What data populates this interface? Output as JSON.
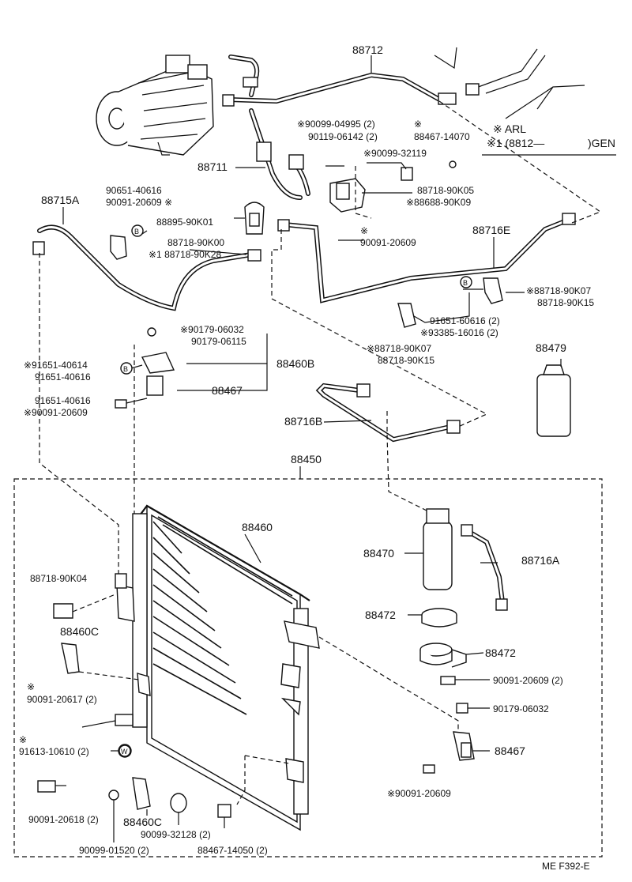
{
  "parts": {
    "p88712": "88712",
    "p88711": "88711",
    "p88715A": "88715A",
    "p88716E": "88716E",
    "p88716B": "88716B",
    "p88716A": "88716A",
    "p88460B": "88460B",
    "p88467_top": "88467",
    "p88467_bot": "88467",
    "p88479": "88479",
    "p88450": "88450",
    "p88460": "88460",
    "p88470": "88470",
    "p88472_a": "88472",
    "p88472_b": "88472",
    "p88460C_left": "88460C",
    "p88460C_bot": "88460C",
    "p88718_90K04": "88718-90K04",
    "p90099_04995": "※90099-04995 (2)",
    "p90119_06142": "90119-06142 (2)",
    "p88467_14070_star": "※",
    "p88467_14070": "88467-14070",
    "p90099_32119": "※90099-32119",
    "p88718_90K05": "88718-90K05",
    "p88688_90K09": "※88688-90K09",
    "p90651_40616": "90651-40616",
    "p90091_20609_top": "90091-20609 ※",
    "p88895_90K01": "88895-90K01",
    "p88718_90K00": "88718-90K00",
    "p88718_90K28": "※1 88718-90K28",
    "p90091_20609_mid_star": "※",
    "p90091_20609_mid": "90091-20609",
    "p88718_90K07_right": "※88718-90K07",
    "p88718_90K15_right": "88718-90K15",
    "p91651_60616": "91651-60616 (2)",
    "p93385_16016": "※93385-16016 (2)",
    "p90179_06032_top": "※90179-06032",
    "p90179_06115": "90179-06115",
    "p91651_40614": "※91651-40614",
    "p91651_40616_a": "91651-40616",
    "p88718_90K07_mid": "※88718-90K07",
    "p88718_90K15_mid": "88718-90K15",
    "p91651_40616_b": "91651-40616",
    "p90091_20609_left": "※90091-20609",
    "p90091_20617_star": "※",
    "p90091_20617": "90091-20617 (2)",
    "p91613_10610_star": "※",
    "p91613_10610": "91613-10610 (2)",
    "p90091_20618": "90091-20618 (2)",
    "p90099_01520": "90099-01520 (2)",
    "p90099_32128": "90099-32128 (2)",
    "p88467_14050": "88467-14050 (2)",
    "p90091_20609_right": "90091-20609 (2)",
    "p90179_06032_bot": "90179-06032",
    "p90091_20609_bot": "※90091-20609"
  },
  "symbols": {
    "B1": "B",
    "B2": "B",
    "B3": "B",
    "W": "W"
  },
  "legend": {
    "line1": "※ ARL",
    "line2": "※1 (8812—",
    "line2_end": ")GEN"
  },
  "footer": {
    "code": "ME  F392-E"
  }
}
